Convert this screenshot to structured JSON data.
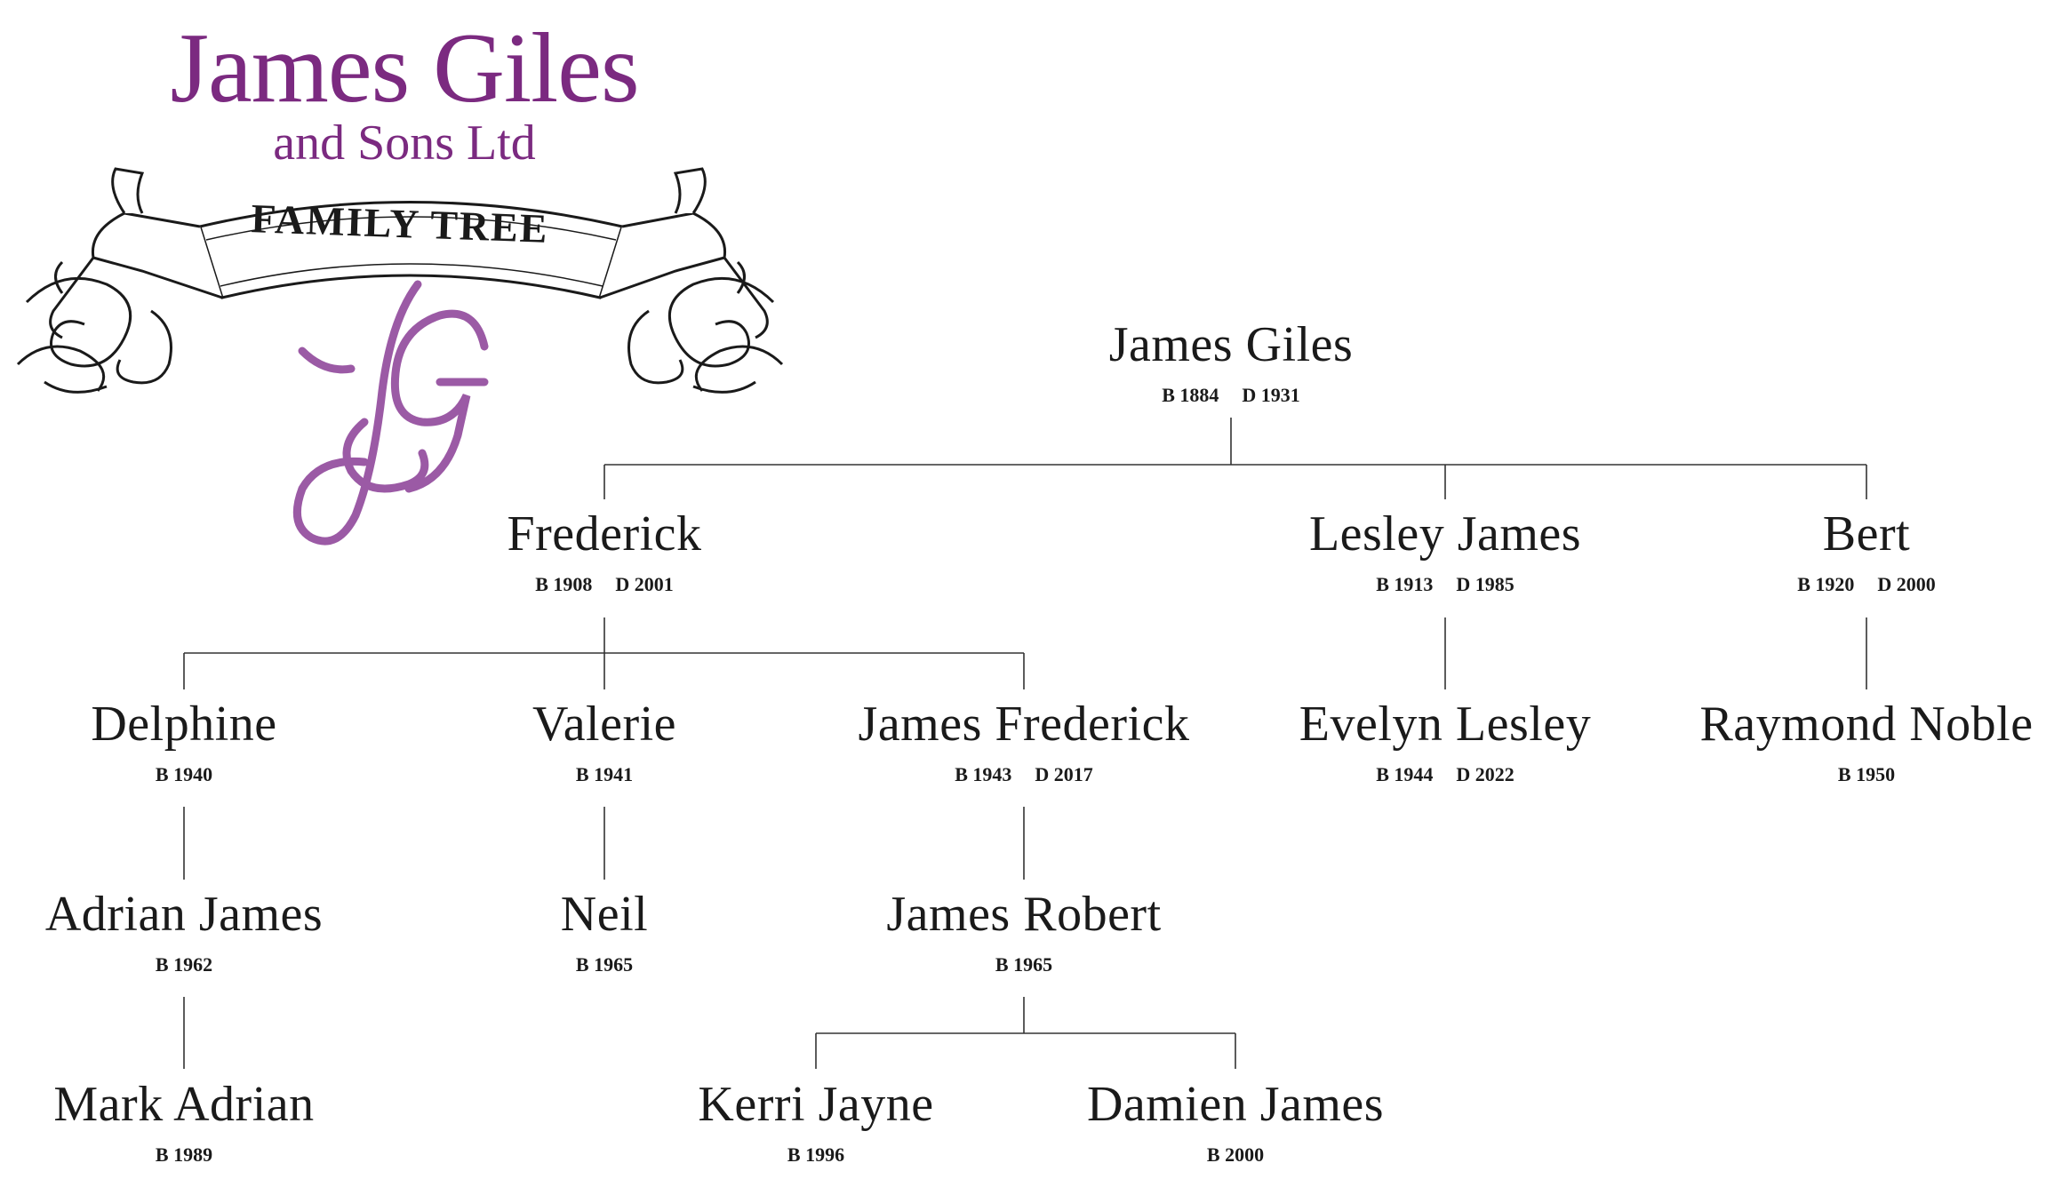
{
  "logo": {
    "title": "James Giles",
    "subtitle": "and Sons Ltd",
    "banner": "FAMILY TREE",
    "monogram": "JG",
    "brand_color": "#7b2a80",
    "monogram_color": "#9b5aa5"
  },
  "people": {
    "james_giles": {
      "name": "James Giles",
      "born": "B 1884",
      "died": "D 1931"
    },
    "frederick": {
      "name": "Frederick",
      "born": "B 1908",
      "died": "D 2001"
    },
    "lesley_james": {
      "name": "Lesley James",
      "born": "B 1913",
      "died": "D 1985"
    },
    "bert": {
      "name": "Bert",
      "born": "B 1920",
      "died": "D 2000"
    },
    "delphine": {
      "name": "Delphine",
      "born": "B 1940"
    },
    "valerie": {
      "name": "Valerie",
      "born": "B 1941"
    },
    "james_frederick": {
      "name": "James Frederick",
      "born": "B 1943",
      "died": "D 2017"
    },
    "evelyn_lesley": {
      "name": "Evelyn Lesley",
      "born": "B 1944",
      "died": "D 2022"
    },
    "raymond_noble": {
      "name": "Raymond Noble",
      "born": "B 1950"
    },
    "adrian_james": {
      "name": "Adrian James",
      "born": "B 1962"
    },
    "neil": {
      "name": "Neil",
      "born": "B 1965"
    },
    "james_robert": {
      "name": "James Robert",
      "born": "B 1965"
    },
    "mark_adrian": {
      "name": "Mark Adrian",
      "born": "B 1989"
    },
    "kerri_jayne": {
      "name": "Kerri Jayne",
      "born": "B 1996"
    },
    "damien_james": {
      "name": "Damien James",
      "born": "B 2000"
    }
  }
}
